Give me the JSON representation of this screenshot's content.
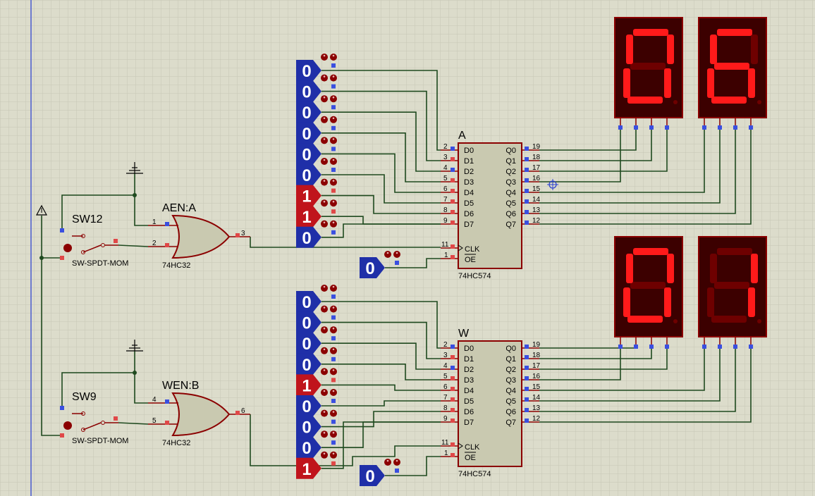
{
  "register_a": {
    "label": "A",
    "part": "74HC574",
    "inputs": [
      {
        "pin": "2",
        "name": "D0"
      },
      {
        "pin": "3",
        "name": "D1"
      },
      {
        "pin": "4",
        "name": "D2"
      },
      {
        "pin": "5",
        "name": "D3"
      },
      {
        "pin": "6",
        "name": "D4"
      },
      {
        "pin": "7",
        "name": "D5"
      },
      {
        "pin": "8",
        "name": "D6"
      },
      {
        "pin": "9",
        "name": "D7"
      }
    ],
    "outputs": [
      {
        "pin": "19",
        "name": "Q0"
      },
      {
        "pin": "18",
        "name": "Q1"
      },
      {
        "pin": "17",
        "name": "Q2"
      },
      {
        "pin": "16",
        "name": "Q3"
      },
      {
        "pin": "15",
        "name": "Q4"
      },
      {
        "pin": "14",
        "name": "Q5"
      },
      {
        "pin": "13",
        "name": "Q6"
      },
      {
        "pin": "12",
        "name": "Q7"
      }
    ],
    "clk": {
      "pin": "11",
      "name": "CLK"
    },
    "oe": {
      "pin": "1",
      "name": "OE"
    },
    "input_bits": [
      "0",
      "0",
      "0",
      "0",
      "0",
      "0",
      "1",
      "1",
      "0"
    ],
    "oe_bit": "0",
    "display_digits": [
      "0",
      "6"
    ]
  },
  "register_w": {
    "label": "W",
    "part": "74HC574",
    "inputs": [
      {
        "pin": "2",
        "name": "D0"
      },
      {
        "pin": "3",
        "name": "D1"
      },
      {
        "pin": "4",
        "name": "D2"
      },
      {
        "pin": "5",
        "name": "D3"
      },
      {
        "pin": "6",
        "name": "D4"
      },
      {
        "pin": "7",
        "name": "D5"
      },
      {
        "pin": "8",
        "name": "D6"
      },
      {
        "pin": "9",
        "name": "D7"
      }
    ],
    "outputs": [
      {
        "pin": "19",
        "name": "Q0"
      },
      {
        "pin": "18",
        "name": "Q1"
      },
      {
        "pin": "17",
        "name": "Q2"
      },
      {
        "pin": "16",
        "name": "Q3"
      },
      {
        "pin": "15",
        "name": "Q4"
      },
      {
        "pin": "14",
        "name": "Q5"
      },
      {
        "pin": "13",
        "name": "Q6"
      },
      {
        "pin": "12",
        "name": "Q7"
      }
    ],
    "clk": {
      "pin": "11",
      "name": "CLK"
    },
    "oe": {
      "pin": "1",
      "name": "OE"
    },
    "input_bits": [
      "0",
      "0",
      "0",
      "0",
      "1",
      "0",
      "0",
      "0",
      "1"
    ],
    "oe_bit": "0",
    "display_digits": [
      "0",
      "1"
    ]
  },
  "gate_a": {
    "label": "AEN:A",
    "part": "74HC32",
    "in_pins": [
      "1",
      "2"
    ],
    "out_pin": "3"
  },
  "gate_b": {
    "label": "WEN:B",
    "part": "74HC32",
    "in_pins": [
      "4",
      "5"
    ],
    "out_pin": "6"
  },
  "switch_a": {
    "label": "SW12",
    "part": "SW-SPDT-MOM"
  },
  "switch_b": {
    "label": "SW9",
    "part": "SW-SPDT-MOM"
  },
  "colors": {
    "background": "#dcdccb",
    "grid": "#c6c6b4",
    "wire": "#1f4a1f",
    "component": "#8b0000",
    "body_fill": "#c9c9b0",
    "logic_low": "#1f2fa8",
    "logic_high": "#c0141c",
    "segment_on": "#ff1a1a",
    "segment_off": "#6e0000",
    "display_bg": "#3c0000"
  }
}
